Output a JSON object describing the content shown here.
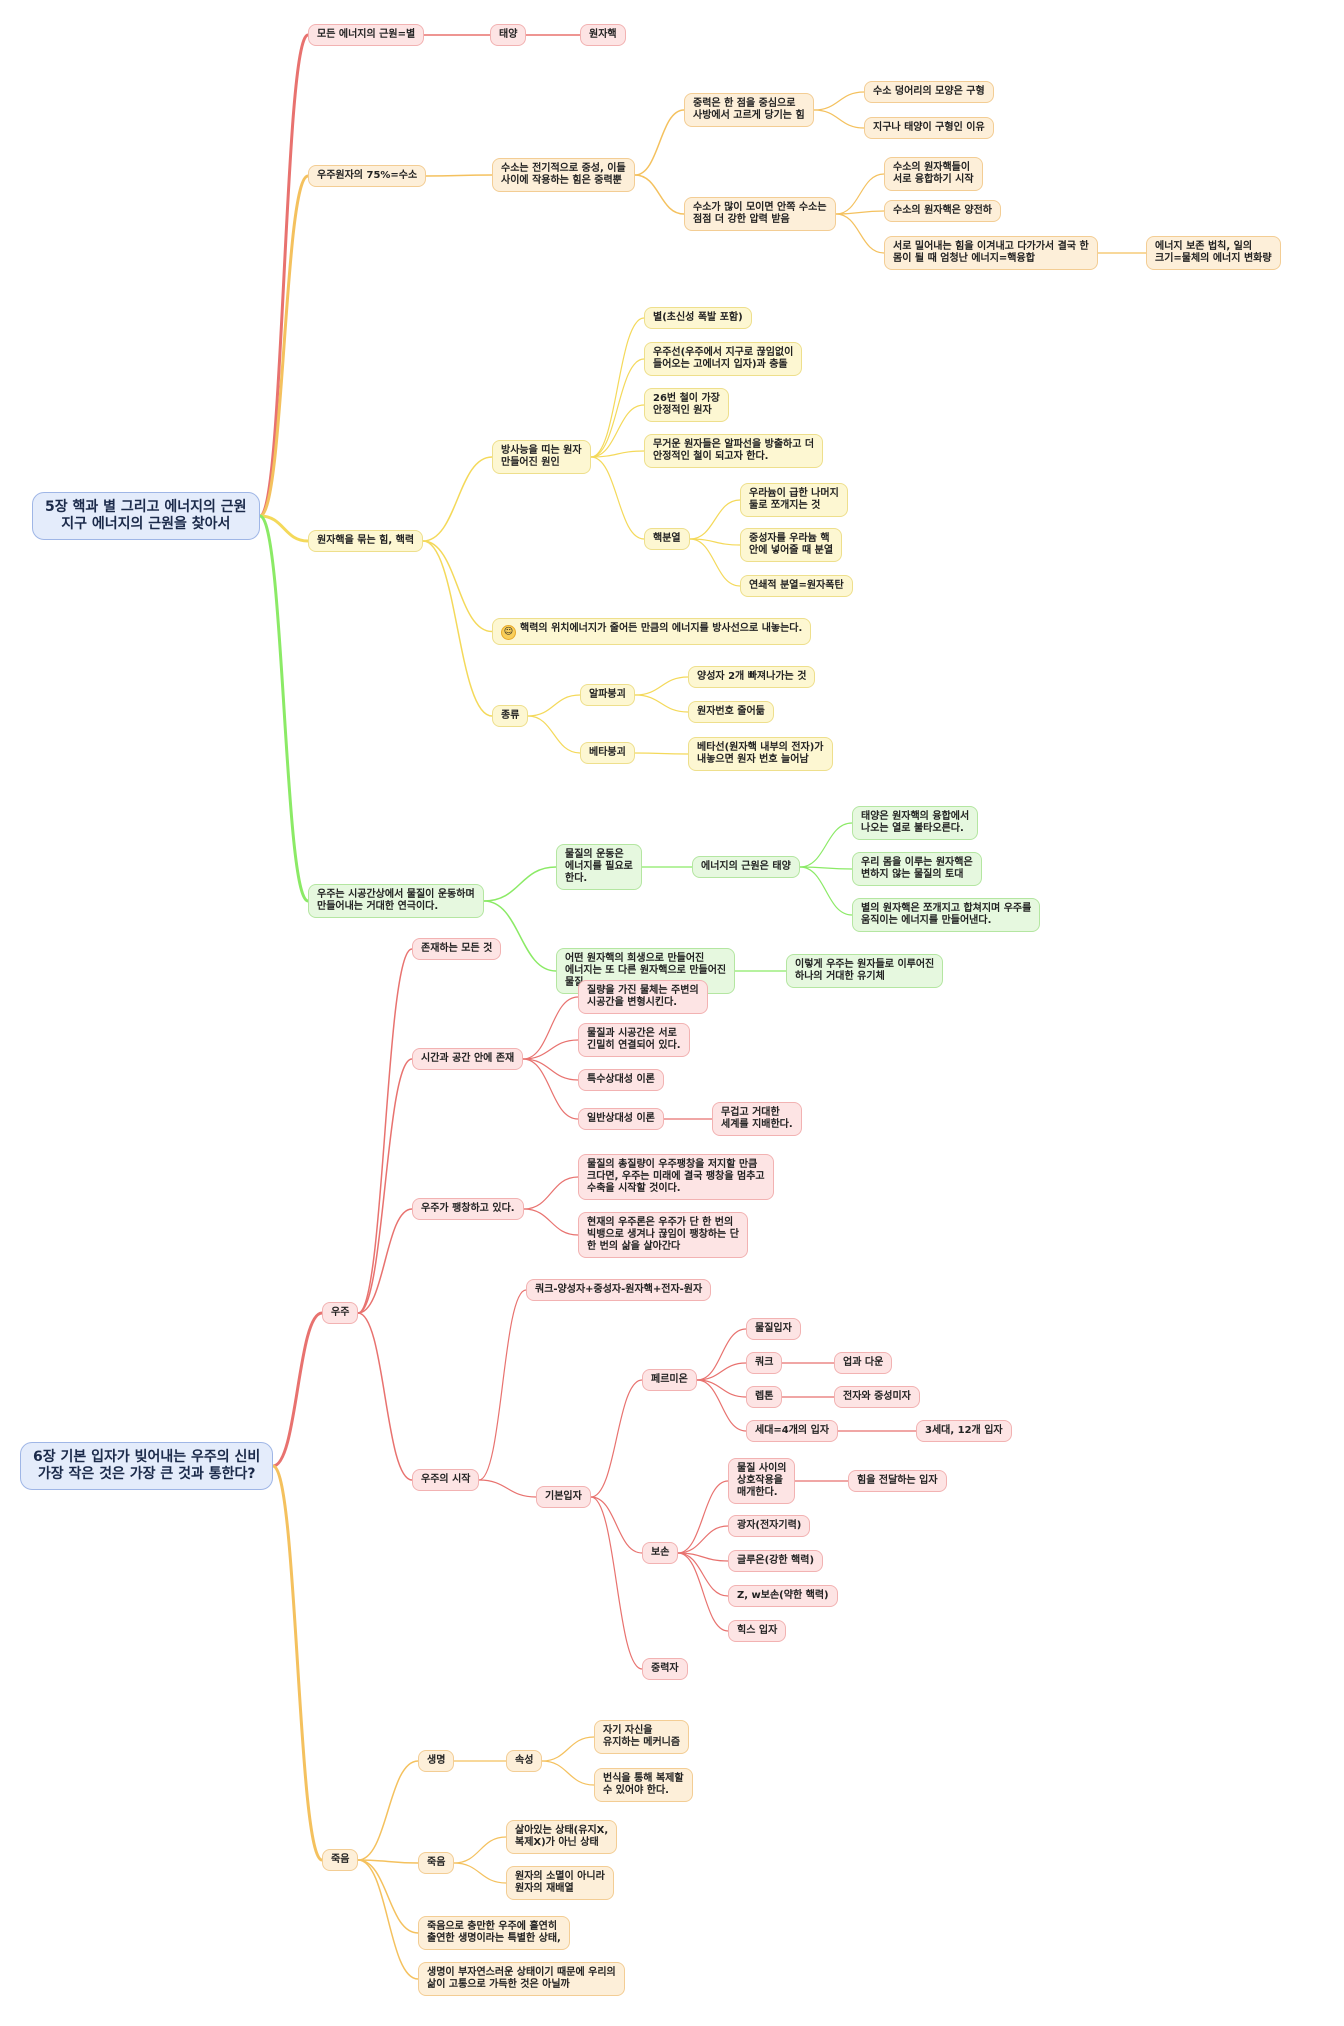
{
  "colors": {
    "red": "#e8726f",
    "orange": "#f4c15e",
    "yellow": "#f4d95a",
    "green": "#8bea66",
    "root_fill": "#e4ecfb"
  },
  "icons": {
    "energy_tip": "sun-emoji-icon"
  },
  "mindmap": {
    "ch5": {
      "title": "5장 핵과 별 그리고 에너지의 근원\n지구 에너지의 근원을 찾아서",
      "b1": {
        "label": "모든 에너지의 근원=별",
        "sun": "태양",
        "nucleus": "원자핵"
      },
      "b2": {
        "label": "우주원자의 75%=수소",
        "mid": "수소는 전기적으로 중성, 이들\n사이에 작용하는 힘은 중력뿐",
        "g": {
          "label": "중력은 한 점을 중심으로\n사방에서 고르게 당기는 힘",
          "c1": "수소 덩어리의 모양은 구형",
          "c2": "지구나 태양이 구형인 이유"
        },
        "p": {
          "label": "수소가 많이 모이면 안쪽 수소는\n점점 더 강한 압력 받음",
          "c1": "수소의 원자핵들이\n서로 융합하기 시작",
          "c2": "수소의 원자핵은 양전하",
          "c3": "서로 밀어내는 힘을 이겨내고 다가가서 결국 한\n몸이 될 때 엄청난 에너지=핵융합",
          "c3a": "에너지 보존 법칙, 일의\n크기=물체의 에너지 변화량"
        }
      },
      "b3": {
        "label": "원자핵을 묶는 힘, 핵력",
        "rad": {
          "label": "방사능을 띠는 원자\n만들어진 원인",
          "c1": "별(초신성 폭발 포함)",
          "c2": "우주선(우주에서 지구로 끊임없이\n들어오는 고에너지 입자)과 충돌",
          "c3": "26번 철이 가장\n안정적인 원자",
          "c4": "무거운 원자들은 알파선을 방출하고 더\n안정적인 철이 되고자 한다.",
          "fission": {
            "label": "핵분열",
            "c1": "우라늄이 급한 나머지\n둘로 쪼개지는 것",
            "c2": "중성자를 우라늄 핵\n안에 넣어줄 때 분열",
            "c3": "연쇄적 분열=원자폭탄"
          }
        },
        "note": "핵력의 위치에너지가 줄어든 만큼의 에너지를 방사선으로 내놓는다.",
        "types": {
          "label": "종류",
          "alpha": {
            "label": "알파붕괴",
            "c1": "양성자 2개 빠져나가는 것",
            "c2": "원자번호 줄어듦"
          },
          "beta": {
            "label": "베타붕괴",
            "c1": "베타선(원자핵 내부의 전자)가\n내놓으면 원자 번호 늘어남"
          }
        }
      },
      "b4": {
        "label": "우주는 시공간상에서 물질이 운동하며\n만들어내는 거대한 연극이다.",
        "m": {
          "label": "물질의 운동은\n에너지를 필요로\n한다.",
          "src": "에너지의 근원은 태양",
          "c1": "태양은 원자핵의 융합에서\n나오는 열로 불타오른다.",
          "c2": "우리 몸을 이루는 원자핵은\n변하지 않는 물질의 토대",
          "c3": "별의 원자핵은 쪼개지고 합쳐지며 우주를\n움직이는 에너지를 만들어낸다."
        },
        "s": {
          "label": "어떤 원자핵의 희생으로 만들어진\n에너지는 또 다른 원자핵으로 만들어진\n물질",
          "c1": "이렇게 우주는 원자들로 이루어진\n하나의 거대한 유기체"
        }
      }
    },
    "ch6": {
      "title": "6장 기본 입자가 빚어내는 우주의 신비\n가장 작은 것은 가장 큰 것과 통한다?",
      "universe": {
        "label": "우주",
        "exists": "존재하는 모든 것",
        "st": {
          "label": "시간과 공간 안에 존재",
          "c1": "질량을 가진 물체는 주변의\n시공간을 변형시킨다.",
          "c2": "물질과 시공간은 서로\n긴밀히 연결되어 있다.",
          "c3": "특수상대성 이론",
          "c4": "일반상대성 이론",
          "c4a": "무겁고 거대한\n세계를 지배한다."
        },
        "exp": {
          "label": "우주가 팽창하고 있다.",
          "c1": "물질의 총질량이 우주팽창을 저지할 만큼\n크다면, 우주는 미래에 결국 팽창을 멈추고\n수축을 시작할 것이다.",
          "c2": "현재의 우주론은 우주가 단 한 번의\n빅뱅으로 생겨나 끊임이 팽창하는 단\n한 번의 삶을 살아간다"
        },
        "origin": {
          "label": "우주의 시작",
          "c1": "쿼크-양성자+중성자-원자핵+전자-원자",
          "basic": {
            "label": "기본입자",
            "fermion": {
              "label": "페르미온",
              "c1": "물질입자",
              "c2": "쿼크",
              "c2a": "업과 다운",
              "c3": "렙톤",
              "c3a": "전자와 중성미자",
              "c4": "세대=4개의 입자",
              "c4a": "3세대, 12개 입자"
            },
            "boson": {
              "label": "보손",
              "c1": "물질 사이의\n상호작용을\n매개한다.",
              "c1a": "힘을 전달하는 입자",
              "c2": "광자(전자기력)",
              "c3": "글루온(강한 핵력)",
              "c4": "Z, w보손(약한 핵력)",
              "c5": "힉스 입자"
            },
            "graviton": "중력자"
          }
        }
      },
      "death": {
        "label": "죽음",
        "life": {
          "label": "생명",
          "prop": "속성",
          "c1": "자기 자신을\n유지하는 메커니즘",
          "c2": "번식을 통해 복제할\n수 있어야 한다."
        },
        "dead": {
          "label": "죽음",
          "c1": "살아있는 상태(유지X,\n복제X)가 아닌 상태",
          "c2": "원자의 소멸이 아니라\n원자의 재배열"
        },
        "c3": "죽음으로 충만한 우주에 홀연히\n출연한 생명이라는 특별한 상태,",
        "c4": "생명이 부자연스러운 상태이기 때문에 우리의\n삶이 고통으로 가득한 것은 아닐까"
      }
    }
  }
}
